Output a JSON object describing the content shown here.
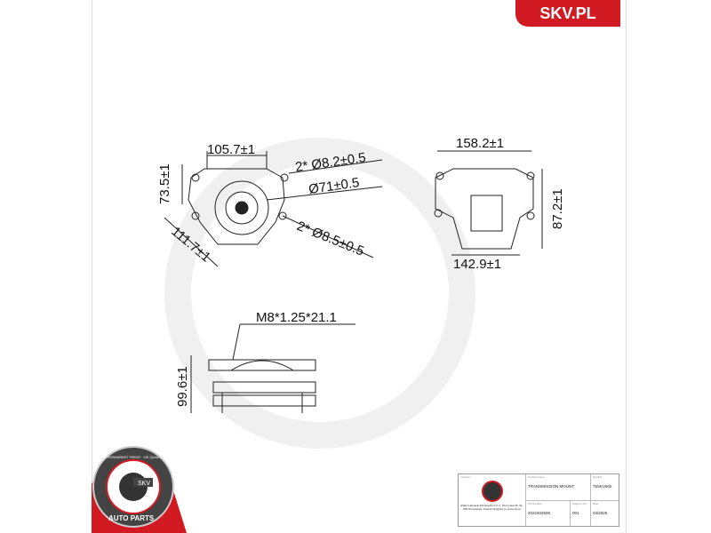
{
  "brand": {
    "label": "SKV.PL",
    "color": "#d21a22"
  },
  "logo": {
    "text_top": "AFTERMARKET PRICE · OE QUALITY",
    "text_center": "SKV",
    "text_bottom": "AUTO PARTS"
  },
  "dimensions": {
    "top_view": {
      "width_top": "105.7±1",
      "height_left": "73.5±1",
      "hole_small": "2* Ø8.2±0.5",
      "bore": "Ø71±0.5",
      "hole_large": "2* Ø8.5±0.5",
      "diagonal": "111.7±1"
    },
    "side_view": {
      "width_top": "158.2±1",
      "height_right": "87.2±1",
      "width_bottom": "142.9±1"
    },
    "front_view": {
      "bolt": "M8*1.25*21.1",
      "height_left": "99.6±1"
    }
  },
  "title_block": {
    "importer_label": "Importer",
    "importer_text": "ESEN Hajnacki Wiśniewski S.K.A. Pluzynska 65, 61-800 Wroclawski, Poland info@skv.pl, www.skv.pl",
    "product_name_label": "Product name",
    "product_name": "TRANSMISSION MOUNT",
    "symbol_label": "Symbol",
    "symbol": "75SKV802",
    "cn_label": "CN Number",
    "cn": "2022402500",
    "diagram_label": "Diagram No.",
    "diagram": "001",
    "date_label": "Date",
    "date": "03/2025"
  }
}
